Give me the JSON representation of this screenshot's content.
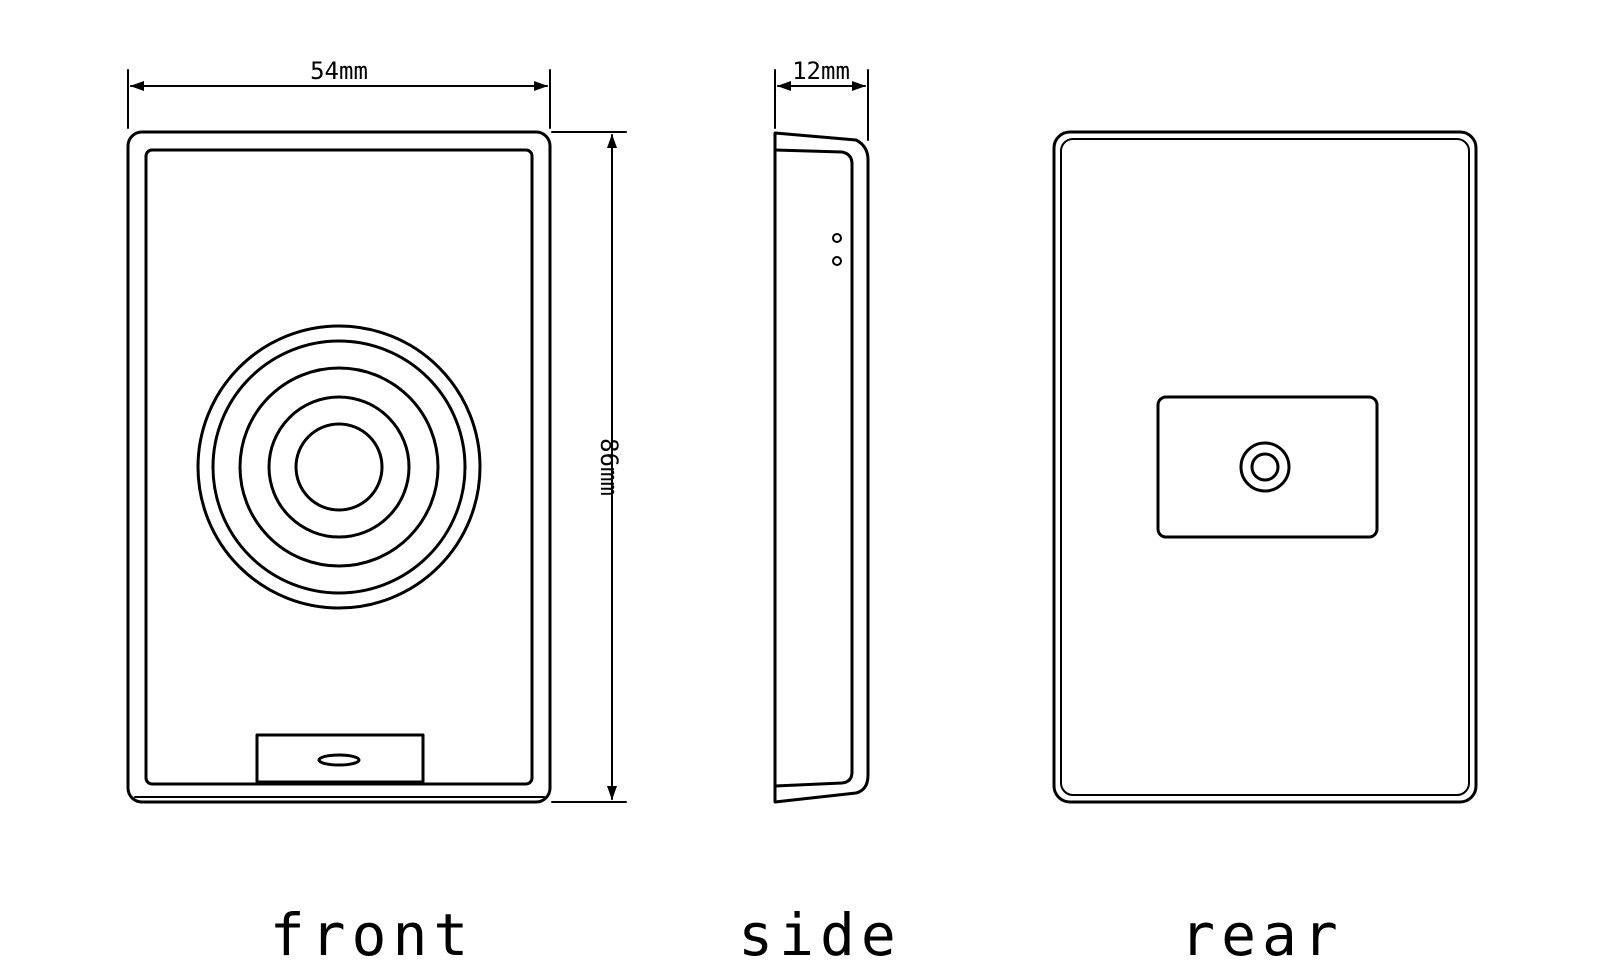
{
  "dimensions": {
    "width": "54mm",
    "thickness": "12mm",
    "height": "86mm"
  },
  "views": {
    "front": "front",
    "side": "side",
    "rear": "rear"
  },
  "colors": {
    "line": "#000000",
    "background": "#ffffff"
  }
}
